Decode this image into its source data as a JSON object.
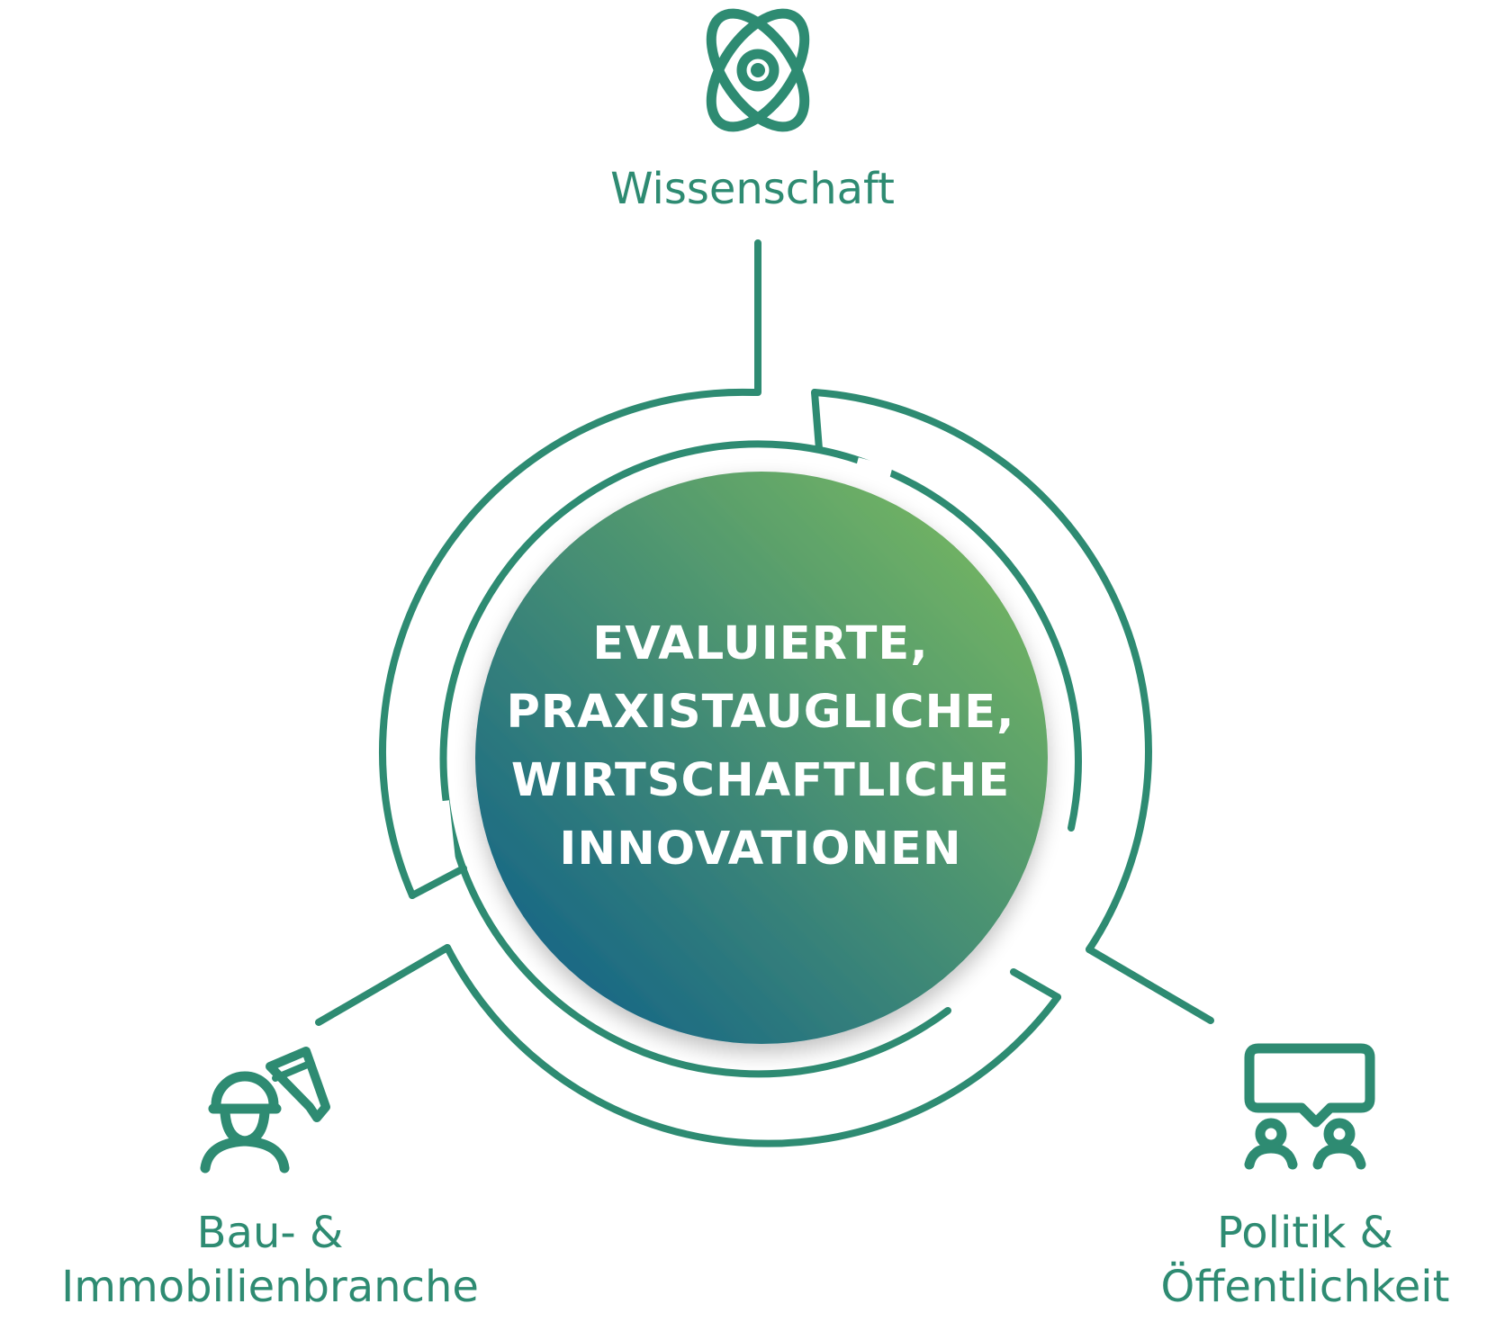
{
  "colors": {
    "accent": "#2e8b72",
    "gradient_light": "#74b562",
    "gradient_dark": "#1b6a84",
    "center_text": "#ffffff"
  },
  "center": {
    "lines": [
      "EVALUIERTE,",
      "PRAXISTAUGLICHE,",
      "WIRTSCHAFTLICHE",
      "INNOVATIONEN"
    ]
  },
  "nodes": {
    "top": {
      "icon": "atom-icon",
      "label": "Wissenschaft"
    },
    "left": {
      "icon": "construction-worker-pencil-icon",
      "label_lines": [
        "Bau- &",
        "Immobilienbranche"
      ]
    },
    "right": {
      "icon": "people-speech-bubble-icon",
      "label_lines": [
        "Politik &",
        "Öffentlichkeit"
      ]
    }
  }
}
